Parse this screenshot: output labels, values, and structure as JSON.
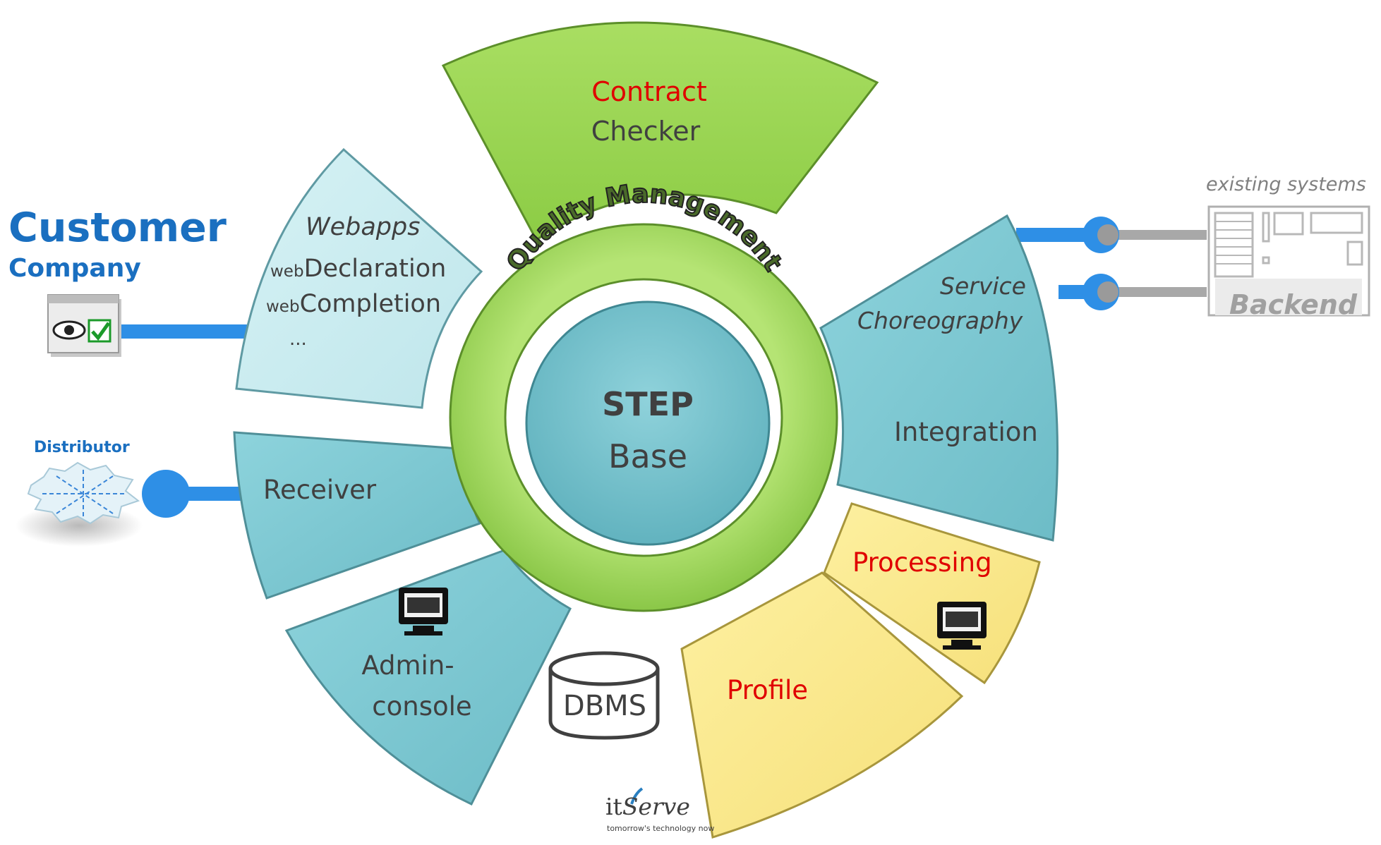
{
  "customer": {
    "title": "Customer",
    "subtitle": "Company"
  },
  "distributor": {
    "label": "Distributor"
  },
  "segments": {
    "contract": {
      "line1": "Contract",
      "line2": "Checker"
    },
    "webapps": {
      "title": "Webapps",
      "item1_prefix": "web",
      "item1": "Declaration",
      "item2_prefix": "web",
      "item2": "Completion",
      "more": "..."
    },
    "integration": {
      "sub1": "Service",
      "sub2": "Choreography",
      "label": "Integration"
    },
    "receiver": {
      "label": "Receiver"
    },
    "admin": {
      "line1": "Admin-",
      "line2": "console"
    },
    "processing": {
      "label": "Processing"
    },
    "profile": {
      "label": "Profile"
    }
  },
  "center": {
    "ring_label": "Quality Management",
    "line1": "STEP",
    "line2": "Base"
  },
  "dbms": {
    "label": "DBMS"
  },
  "backend": {
    "caption": "existing systems",
    "label": "Backend"
  },
  "logo": {
    "name": "itServe",
    "name_it": "it",
    "name_serve": "Serve",
    "tagline": "tomorrow's technology now"
  },
  "colors": {
    "green": "#9fd65a",
    "teal": "#77c8d2",
    "light_teal": "#c8ecf0",
    "yellow": "#fbe98a",
    "blue_link": "#2e8fe6",
    "red_text": "#e00000",
    "dark_text": "#404040",
    "brand_blue": "#1a6fc0"
  }
}
